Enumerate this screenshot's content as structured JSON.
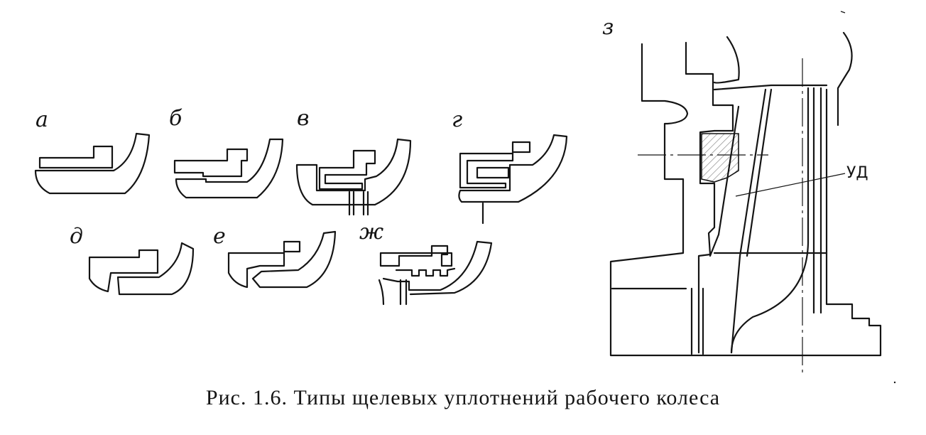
{
  "labels": {
    "a": "а",
    "b": "б",
    "v": "в",
    "g": "г",
    "d": "д",
    "e": "е",
    "zh": "ж",
    "z": "з",
    "ud": "УД"
  },
  "caption": "Рис. 1.6. Типы щелевых уплотнений рабочего колеса",
  "colors": {
    "ink": "#141414",
    "hatch": "#9a9a9a",
    "background": "#ffffff"
  }
}
